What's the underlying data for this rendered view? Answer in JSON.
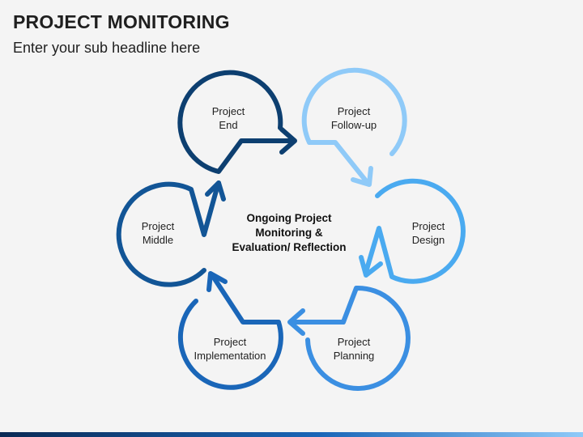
{
  "header": {
    "title": "PROJECT MONITORING",
    "subtitle": "Enter your sub headline here"
  },
  "center": {
    "lines": [
      "Ongoing Project",
      "Monitoring &",
      "Evaluation/ Reflection"
    ]
  },
  "stages": [
    {
      "id": "end",
      "lines": [
        "Project",
        "End"
      ],
      "color": "#0d3f70"
    },
    {
      "id": "follow-up",
      "lines": [
        "Project",
        "Follow-up"
      ],
      "color": "#8fcaf8"
    },
    {
      "id": "design",
      "lines": [
        "Project",
        "Design"
      ],
      "color": "#4aaaf0"
    },
    {
      "id": "planning",
      "lines": [
        "Project",
        "Planning"
      ],
      "color": "#3b8fe2"
    },
    {
      "id": "implementation",
      "lines": [
        "Project",
        "Implementation"
      ],
      "color": "#1a66b8"
    },
    {
      "id": "middle",
      "lines": [
        "Project",
        "Middle"
      ],
      "color": "#125596"
    }
  ],
  "footer_colors": [
    "#0a2a55",
    "#1a66b8",
    "#8fcaf8"
  ]
}
